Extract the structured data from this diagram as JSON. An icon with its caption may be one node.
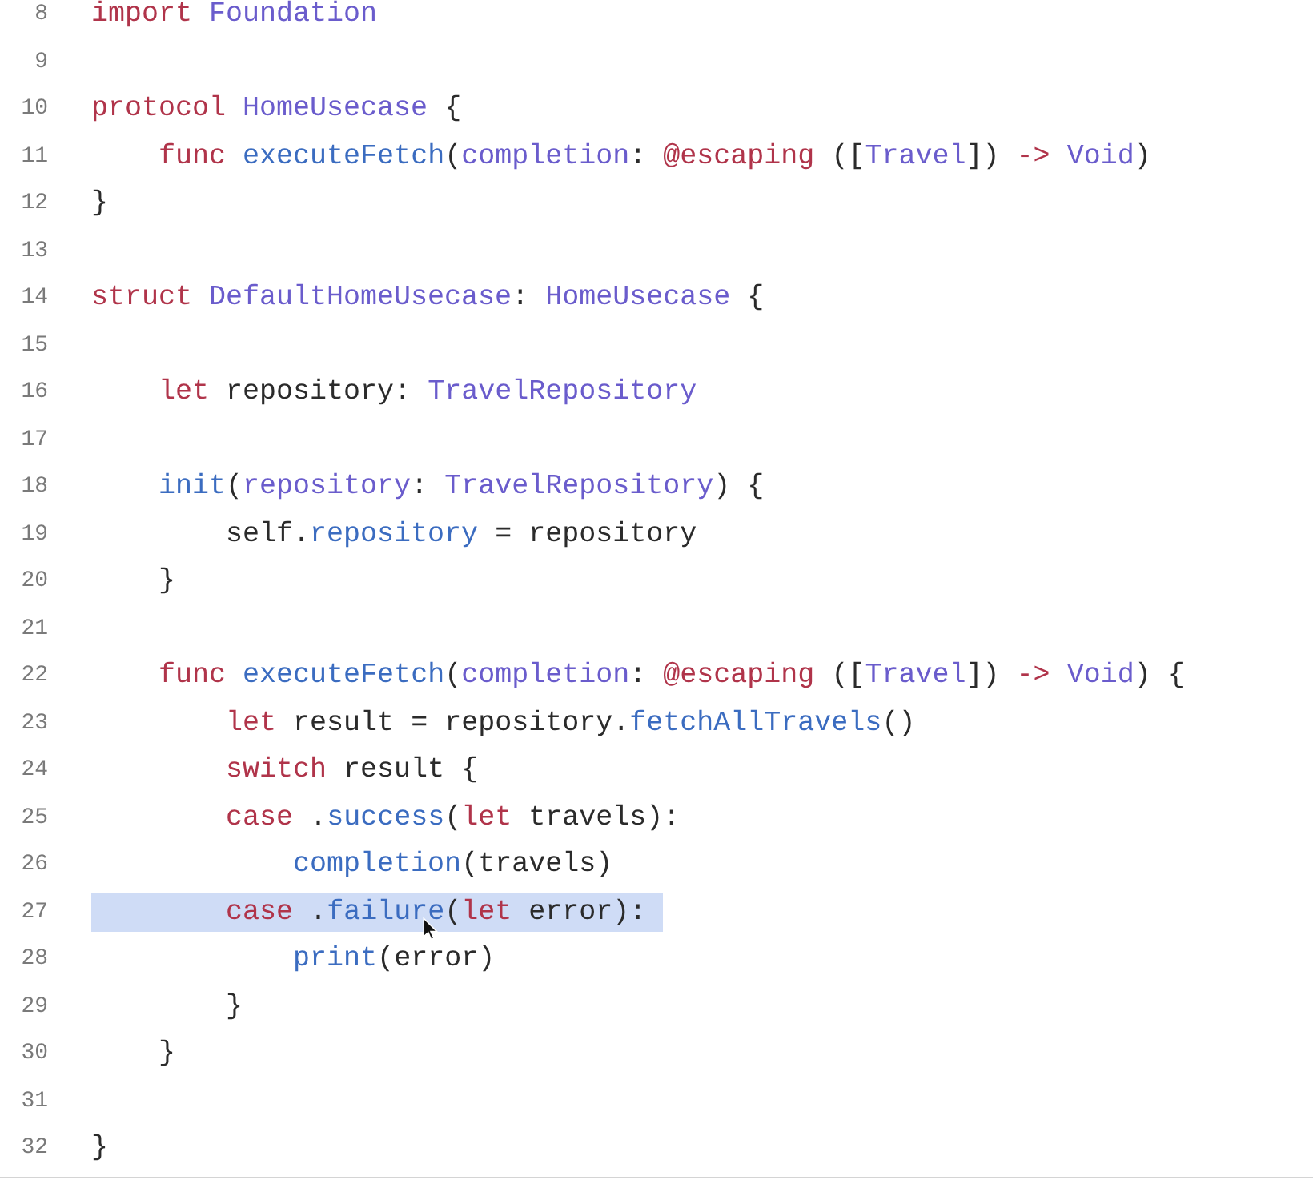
{
  "diagram": {
    "labels": [
      "8",
      "import Foundation",
      "9",
      "10",
      "protocol HomeUsecase {",
      "11",
      "    func executeFetch(completion: @escaping ([Travel]) -> Void)",
      "12",
      "}",
      "13",
      "14",
      "struct DefaultHomeUsecase: HomeUsecase {",
      "15",
      "16",
      "    let repository: TravelRepository",
      "17",
      "18",
      "    init(repository: TravelRepository) {",
      "19",
      "        self.repository = repository",
      "20",
      "    }",
      "21",
      "22",
      "    func executeFetch(completion: @escaping ([Travel]) -> Void) {",
      "23",
      "        let result = repository.fetchAllTravels()",
      "24",
      "        switch result {",
      "25",
      "        case .success(let travels):",
      "26",
      "            completion(travels)",
      "27",
      "        case .failure(let error):",
      "28",
      "            print(error)",
      "29",
      "        }",
      "30",
      "    }",
      "31",
      "32",
      "}"
    ]
  }
}
